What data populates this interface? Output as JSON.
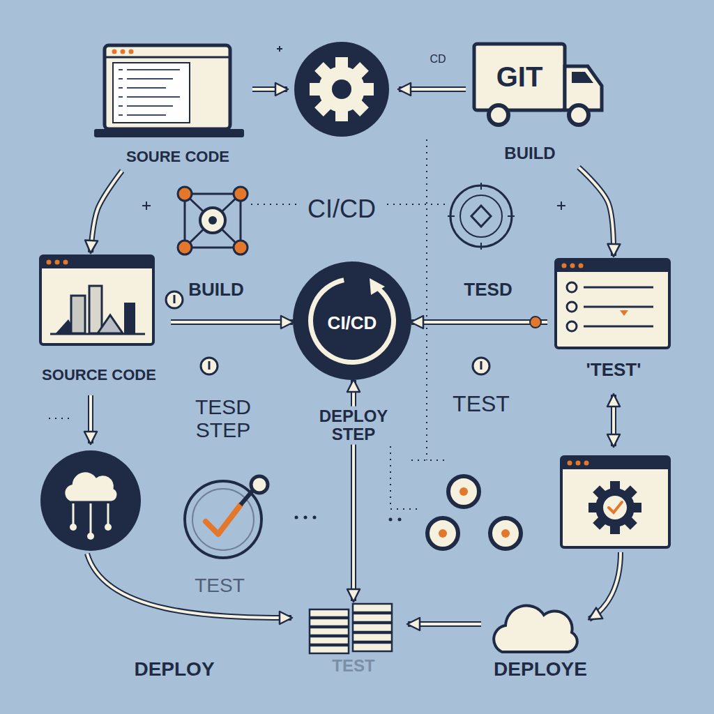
{
  "diagram": {
    "nodes": [
      {
        "text": [
          "SOURE CODE"
        ]
      },
      {
        "text": [
          "GIT",
          "BUILD"
        ]
      },
      {
        "text": [
          "SOURCE CODE"
        ]
      },
      {
        "text": [
          "CI/CD"
        ]
      },
      {
        "text": [
          "'TEST'"
        ]
      },
      {
        "text": [
          "TEST"
        ]
      },
      {
        "text": [
          "DEPLOYE"
        ]
      }
    ],
    "edges": [
      {
        "from": 0,
        "to": 2,
        "arrow": "to"
      },
      {
        "from": 1,
        "to": 4,
        "arrow": "to"
      },
      {
        "from": 2,
        "to": 3,
        "arrow": "to",
        "label": "BUILD"
      },
      {
        "from": 4,
        "to": 3,
        "arrow": "to",
        "label": "TESD"
      },
      {
        "from": 3,
        "to": 5,
        "arrow": "both",
        "label": "DEPLOY STEP"
      },
      {
        "from": 6,
        "to": 5,
        "arrow": "to"
      }
    ],
    "labels": [
      "CD",
      "CI/CD",
      "TESD STEP",
      "TEST",
      "TEST",
      "DEPLOY"
    ]
  }
}
